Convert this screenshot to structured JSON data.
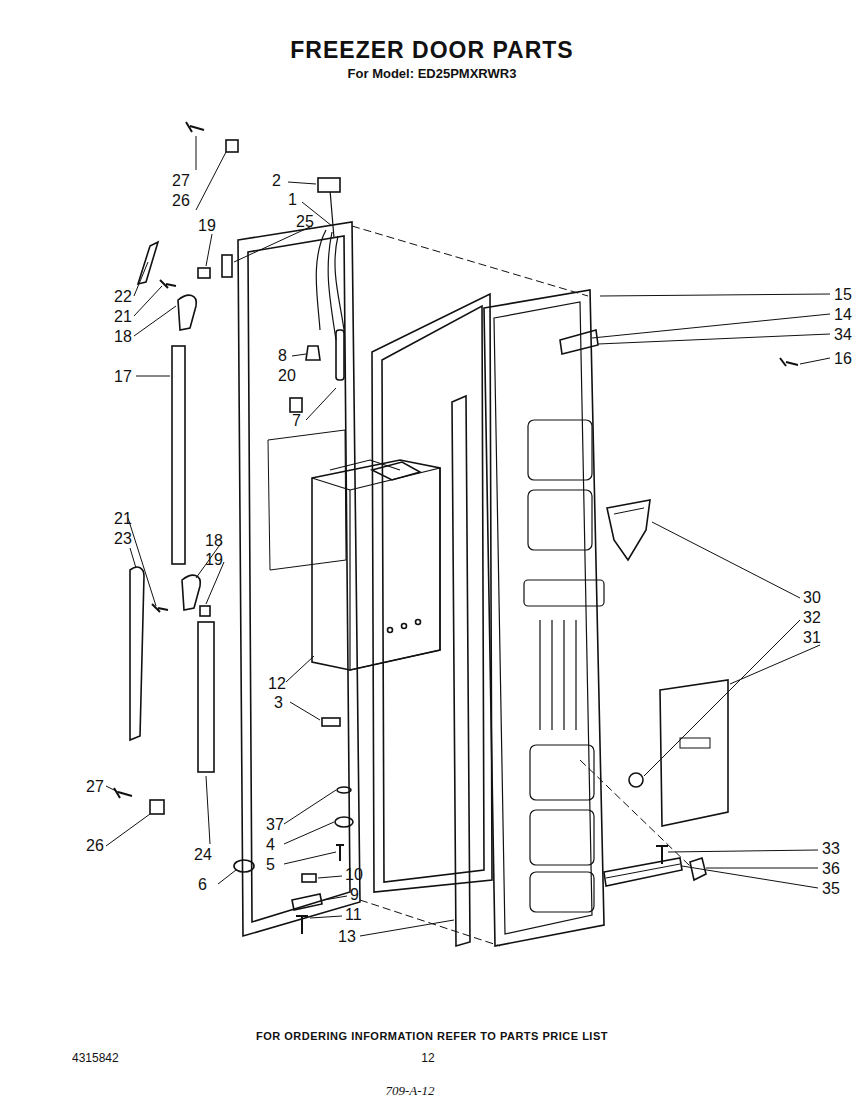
{
  "diagram": {
    "title": "FREEZER DOOR PARTS",
    "labels": [
      "For Model: ED25PMXRWR3",
      "27",
      "26",
      "2",
      "1",
      "19",
      "25",
      "22",
      "21",
      "18",
      "17",
      "15",
      "14",
      "34",
      "16",
      "8",
      "20",
      "7",
      "21",
      "23",
      "18",
      "19",
      "12",
      "3",
      "30",
      "32",
      "31",
      "27",
      "26",
      "37",
      "4",
      "24",
      "5",
      "6",
      "10",
      "9",
      "11",
      "13",
      "33",
      "36",
      "35",
      "FOR ORDERING INFORMATION REFER TO PARTS PRICE LIST",
      "4315842",
      "12",
      "709-A-12"
    ]
  }
}
